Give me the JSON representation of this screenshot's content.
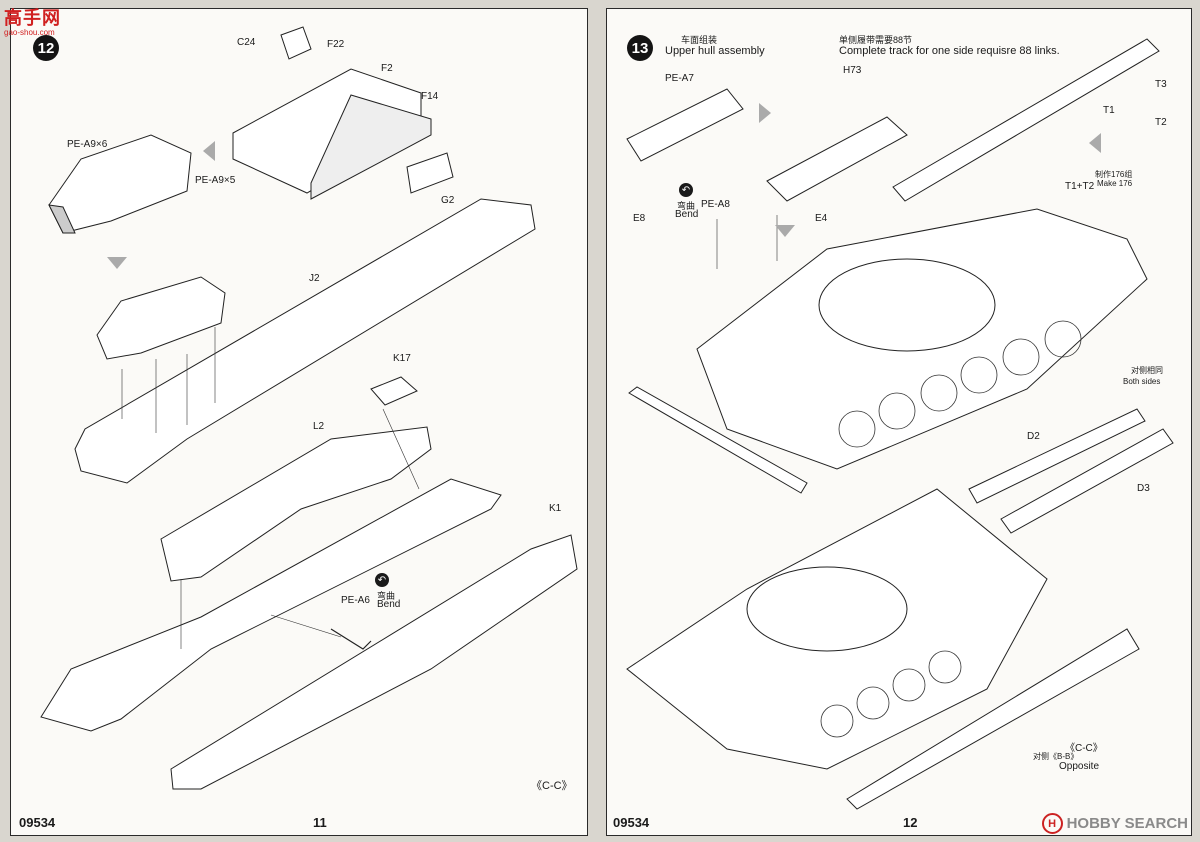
{
  "watermark_top": {
    "title": "高手网",
    "subtitle": "gao-shou.com"
  },
  "watermark_bottom": {
    "logo": "H",
    "text": "HOBBY SEARCH"
  },
  "left_page": {
    "step": "12",
    "labels": {
      "c24": "C24",
      "f22": "F22",
      "f2": "F2",
      "f14": "F14",
      "g2": "G2",
      "pe_a9_6": "PE-A9×6",
      "pe_a9_5": "PE-A9×5",
      "j2": "J2",
      "k17": "K17",
      "l2": "L2",
      "k1": "K1",
      "pe_a6": "PE-A6",
      "bend_cn": "弯曲",
      "bend_en": "Bend",
      "section": "《C-C》"
    },
    "footer_code": "09534",
    "page_number": "11"
  },
  "right_page": {
    "step": "13",
    "title_cn": "车面组装",
    "title_en": "Upper hull assembly",
    "track_cn": "单侧履带需要88节",
    "track_en": "Complete track for one side requisre 88 links.",
    "labels": {
      "pe_a7": "PE-A7",
      "h73": "H73",
      "t3": "T3",
      "t1": "T1",
      "t2": "T2",
      "make_cn": "制作176组",
      "make_en": "Make 176",
      "t1t2": "T1+T2",
      "e8": "E8",
      "e4": "E4",
      "pe_a8": "PE-A8",
      "bend_cn": "弯曲",
      "bend_en": "Bend",
      "both_cn": "对侧相同",
      "both_en": "Both sides",
      "d2": "D2",
      "d3": "D3",
      "cc": "《C-C》",
      "opp_bb": "对侧《B-B》",
      "opposite": "Opposite"
    },
    "footer_code": "09534",
    "page_number": "12"
  },
  "icons": [
    "bend-icon",
    "assembly-arrow-icon",
    "bend-note-icon"
  ],
  "colors": {
    "watermark_red": "#d02020",
    "line": "#2a2a2a",
    "page": "#fbfaf7"
  }
}
